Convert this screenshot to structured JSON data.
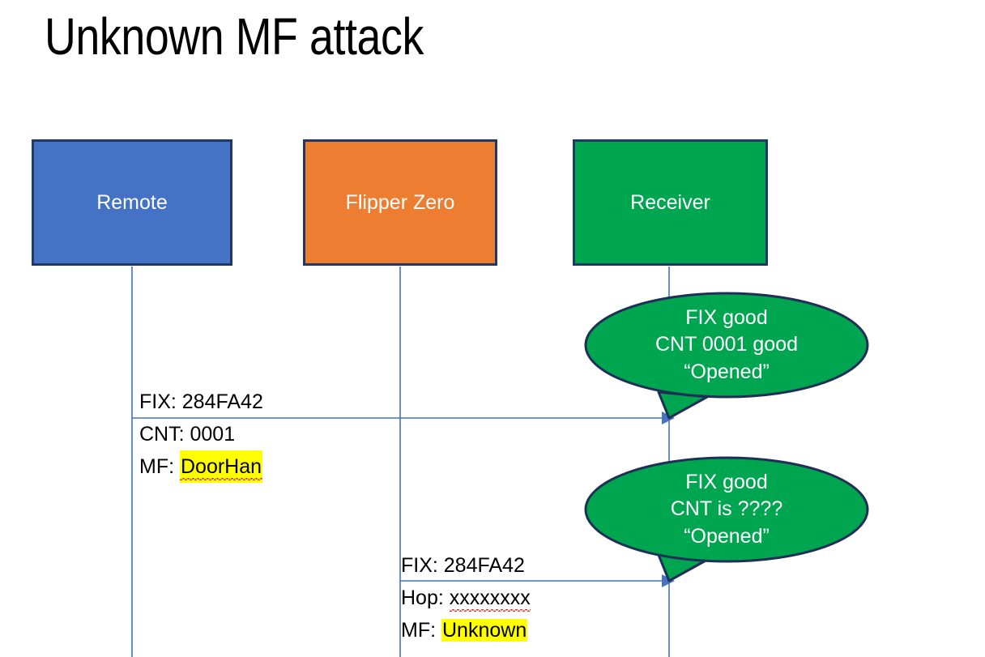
{
  "slide": {
    "title": "Unknown MF attack",
    "background": "#FFFFFF"
  },
  "colors": {
    "remote_fill": "#4472C4",
    "flipper_fill": "#ED7D31",
    "receiver_fill": "#00A550",
    "box_border": "#1F3864",
    "arrow": "#4472C4",
    "highlight": "#FFFF00",
    "spellcheck_underline": "#E03A2F",
    "text_on_fill": "#FFFFFF"
  },
  "lanes": [
    {
      "id": "remote",
      "label": "Remote"
    },
    {
      "id": "flipper",
      "label": "Flipper Zero"
    },
    {
      "id": "receiver",
      "label": "Receiver"
    }
  ],
  "messages": [
    {
      "id": "remote-to-receiver",
      "from": "remote",
      "to": "receiver",
      "lines": [
        {
          "text": "FIX: 284FA42",
          "highlight": false,
          "spellcheck": false
        },
        {
          "label": "CNT: ",
          "value": "0001",
          "highlight": false,
          "spellcheck": false
        },
        {
          "label": "MF: ",
          "value": "DoorHan",
          "highlight": true,
          "spellcheck": true
        }
      ]
    },
    {
      "id": "flipper-to-receiver",
      "from": "flipper",
      "to": "receiver",
      "lines": [
        {
          "text": "FIX: 284FA42",
          "highlight": false,
          "spellcheck": false
        },
        {
          "label": "Hop: ",
          "value": "xxxxxxxx",
          "highlight": false,
          "spellcheck": true
        },
        {
          "label": "MF: ",
          "value": "Unknown",
          "highlight": true,
          "spellcheck": false
        }
      ]
    }
  ],
  "callouts": [
    {
      "id": "callout-good",
      "attached_to": "receiver",
      "lines": [
        "FIX good",
        "CNT 0001 good",
        "“Opened”"
      ]
    },
    {
      "id": "callout-unknown",
      "attached_to": "receiver",
      "lines": [
        "FIX good",
        "CNT is ????",
        "“Opened”"
      ]
    }
  ]
}
